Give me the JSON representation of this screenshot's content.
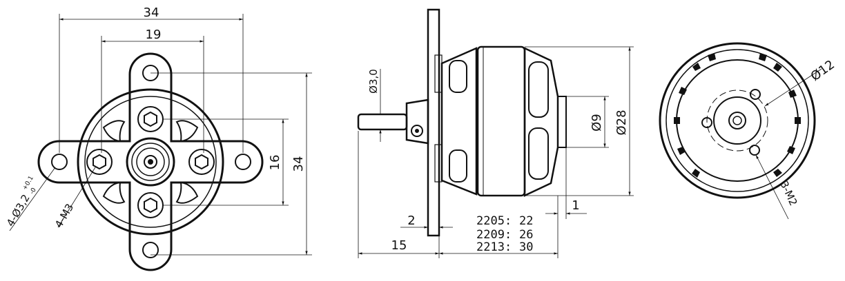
{
  "front_view": {
    "dim_top": "34",
    "dim_inner": "19",
    "dim_right_inner": "16",
    "dim_right_outer": "34",
    "hole_spec_main": "4-Ø3,2",
    "hole_spec_tol_upper": "+0.1",
    "hole_spec_tol_lower": "-0",
    "screw_spec": "4-M3"
  },
  "side_view": {
    "shaft_dia": "Ø3,0",
    "shaft_length": "15",
    "plate_thickness": "2",
    "gap": "1",
    "bell_dia": "Ø9",
    "body_dia": "Ø28",
    "lengths": [
      {
        "model": "2205:",
        "value": "22"
      },
      {
        "model": "2209:",
        "value": "26"
      },
      {
        "model": "2213:",
        "value": "30"
      }
    ]
  },
  "rear_view": {
    "bolt_circle": "Ø12",
    "screw_spec": "3-M2"
  }
}
